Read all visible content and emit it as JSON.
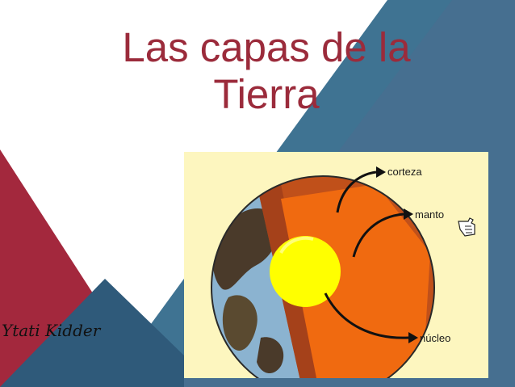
{
  "slide": {
    "title_line1": "Las capas de la",
    "title_line2": "Tierra",
    "author": "Ytati Kidder"
  },
  "figure": {
    "labels": {
      "crust": "corteza",
      "mantle": "manto",
      "core": "núcleo"
    },
    "pointer_icon": "hand-pointer-icon"
  },
  "colors": {
    "title": "#9b2b3b",
    "crimson_band": "#a3283d",
    "steel_blue_band": "#3e7090",
    "dark_blue_band": "#2e5a78",
    "panel_background": "#fdf6bf",
    "crust": "#c0501a",
    "mantle": "#f06a10",
    "core": "#ffff00",
    "ocean": "#8bb3d0"
  }
}
